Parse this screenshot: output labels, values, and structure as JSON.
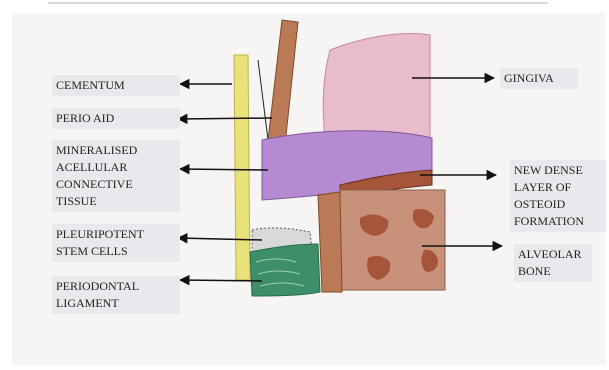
{
  "labels": {
    "cementum": "CEMENTUM",
    "perio_aid": "PERIO AID",
    "mineralised": "MINERALISED\nACELLULAR\nCONNECTIVE\nTISSUE",
    "stem_cells": "PLEURIPOTENT\nSTEM CELLS",
    "periodontal": "PERIODONTAL\nLIGAMENT",
    "gingiva": "GINGIVA",
    "new_dense": "NEW DENSE\nLAYER OF\nOSTEOID\nFORMATION",
    "alveolar": "ALVEOLAR\nBONE"
  },
  "colors": {
    "cementum": "#e9e27a",
    "perio_aid": "#b97a55",
    "connective_tissue": "#b58ad0",
    "gingiva": "#e9bccd",
    "bone": "#c8917a",
    "bone_spots": "#a6553a",
    "ligament": "#3d8f6a"
  }
}
